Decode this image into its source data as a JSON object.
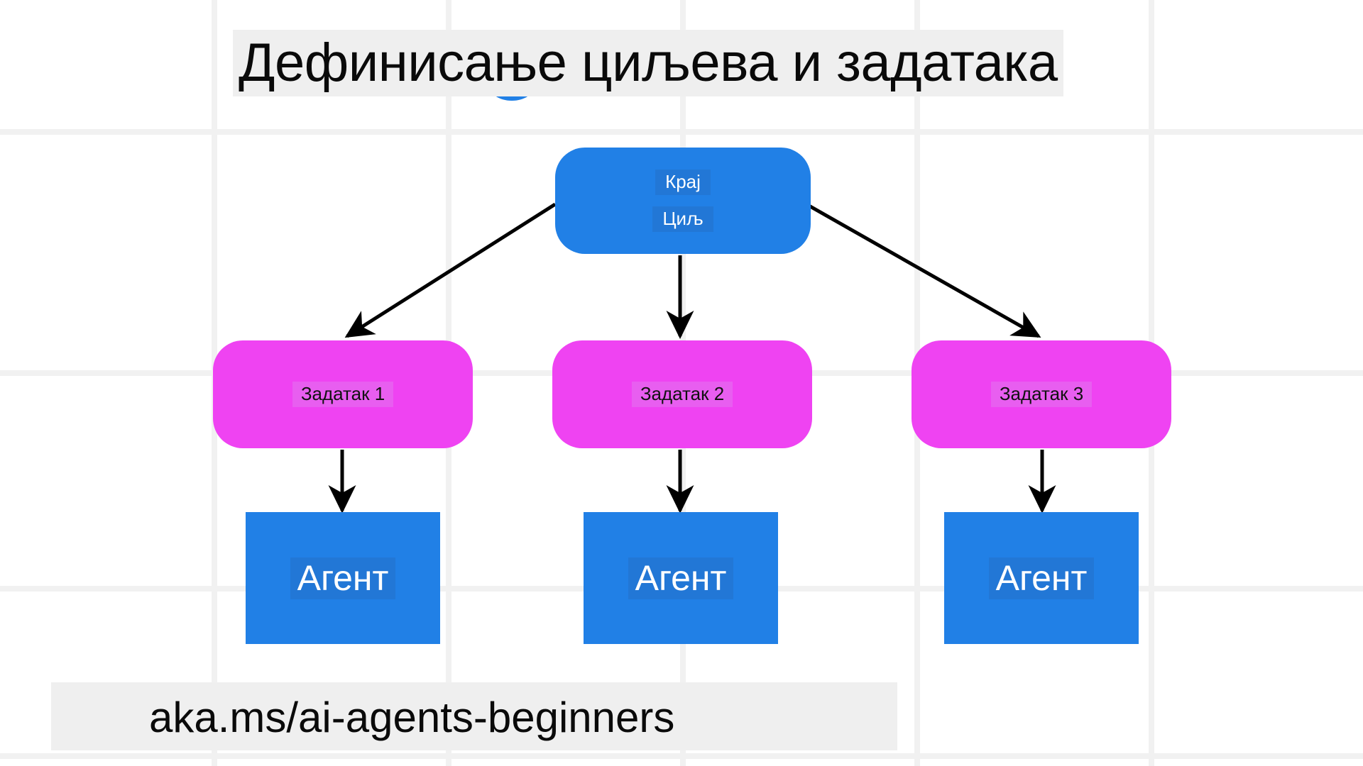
{
  "slide": {
    "title": "Дефинисање циљева и задатака",
    "footer_url": "aka.ms/ai-agents-beginners",
    "background_color": "#ffffff",
    "grid_line_color": "#f1f1f1",
    "text_highlight_color": "#efefef"
  },
  "colors": {
    "goal_node": "#2180e6",
    "goal_label_bg": "#2277d6",
    "task_node": "#ef43f2",
    "task_label_bg": "#e85ef0",
    "agent_node": "#2180e6",
    "agent_label_bg": "#2277d6",
    "arrow": "#000000",
    "title_text": "#0a0a0a"
  },
  "diagram": {
    "type": "tree",
    "goal_node": {
      "name": "goal",
      "labels": [
        "Крај",
        "Циљ"
      ]
    },
    "tasks": [
      {
        "name": "task-1",
        "label": "Задатак 1"
      },
      {
        "name": "task-2",
        "label": "Задатак 2"
      },
      {
        "name": "task-3",
        "label": "Задатак 3"
      }
    ],
    "agents": [
      {
        "name": "agent-1",
        "label": "Агент"
      },
      {
        "name": "agent-2",
        "label": "Агент"
      },
      {
        "name": "agent-3",
        "label": "Агент"
      }
    ],
    "edges": [
      {
        "from": "goal",
        "to": "task-1",
        "style": "arrow"
      },
      {
        "from": "goal",
        "to": "task-2",
        "style": "arrow"
      },
      {
        "from": "goal",
        "to": "task-3",
        "style": "arrow"
      },
      {
        "from": "task-1",
        "to": "agent-1",
        "style": "arrow"
      },
      {
        "from": "task-2",
        "to": "agent-2",
        "style": "arrow"
      },
      {
        "from": "task-3",
        "to": "agent-3",
        "style": "arrow"
      }
    ]
  }
}
